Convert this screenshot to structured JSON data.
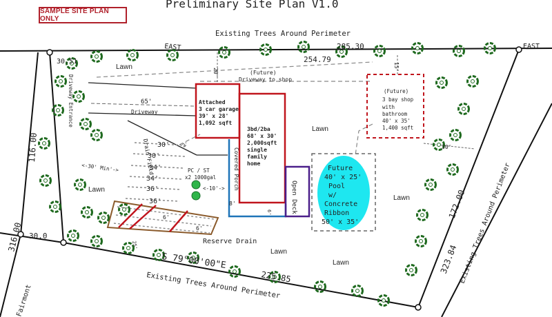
{
  "title": "Preliminary Site Plan V1.0",
  "badge": "SAMPLE SITE PLAN ONLY",
  "perimeter_top": "Existing Trees Around Perimeter",
  "perimeter_bottom": "Existing Trees Around Perimeter",
  "perimeter_right": "Existing Trees Around Perimeter",
  "east_1": "EAST",
  "east_2": "EAST",
  "top_dim_1": "285.30",
  "top_dim_2": "254.79",
  "dim_3051": "30.51",
  "dim_2585": "225.85",
  "dim_17200": "172.00",
  "dim_32384": "323.84",
  "dim_116": "116.00",
  "dim_31600": "316.00",
  "dim_300": "30.0",
  "bearing": "S 79°00'00\"E",
  "dim_20": "20'",
  "dim_15": "15'",
  "dim_65": "65'",
  "dim_30_right": "30'",
  "dim_30min": "<-30' Min'->",
  "dim_10": "<-10'->",
  "dim_8": "8'",
  "dim_6": "6'",
  "dim_2": "2'",
  "dim_25": "25'",
  "dim_61": "6'",
  "dim_62": "6'",
  "drain_rows": [
    "30'",
    "30'",
    "34'",
    "34'",
    "36'",
    "36'"
  ],
  "driveway_entrance": "Driveway Entrance",
  "driveway": "Driveway",
  "future_drive": "(Future)\nDriveway to shop",
  "garage": [
    "Attached",
    "3 car garage",
    "39' x 28'",
    "1,092 sqft"
  ],
  "house": [
    "3bd/2ba",
    "68' x 30'",
    "2,000sqft",
    "single",
    "family",
    "home"
  ],
  "covered_porch": "Covered Porch",
  "open_deck": "Open Deck",
  "shop": [
    "(Future)",
    "3 bay shop",
    "with",
    "bathroom",
    "40' x 35'",
    "1,400 sqft"
  ],
  "pool": [
    "Future",
    "40' x 25'",
    "Pool",
    "w/",
    "Concrete",
    "Ribbon",
    "50' x 35'"
  ],
  "septic": [
    "PC / ST",
    "x2 1000gal"
  ],
  "drain_field": "Drain Field",
  "reserve_drain": "Reserve Drain",
  "lawn_labels": [
    "Lawn",
    "Lawn",
    "Lawn",
    "Lawn",
    "Lawn",
    "Lawn"
  ],
  "bottom_left_text": "Fairmont",
  "colors": {
    "red": "#c0141c",
    "blue": "#1e74b8",
    "purple": "#4b1f8a",
    "pool": "#1ee7f0",
    "septic": "#2fb54a",
    "tree": "#1f6a1f",
    "reserve": "#8a5a2b"
  }
}
